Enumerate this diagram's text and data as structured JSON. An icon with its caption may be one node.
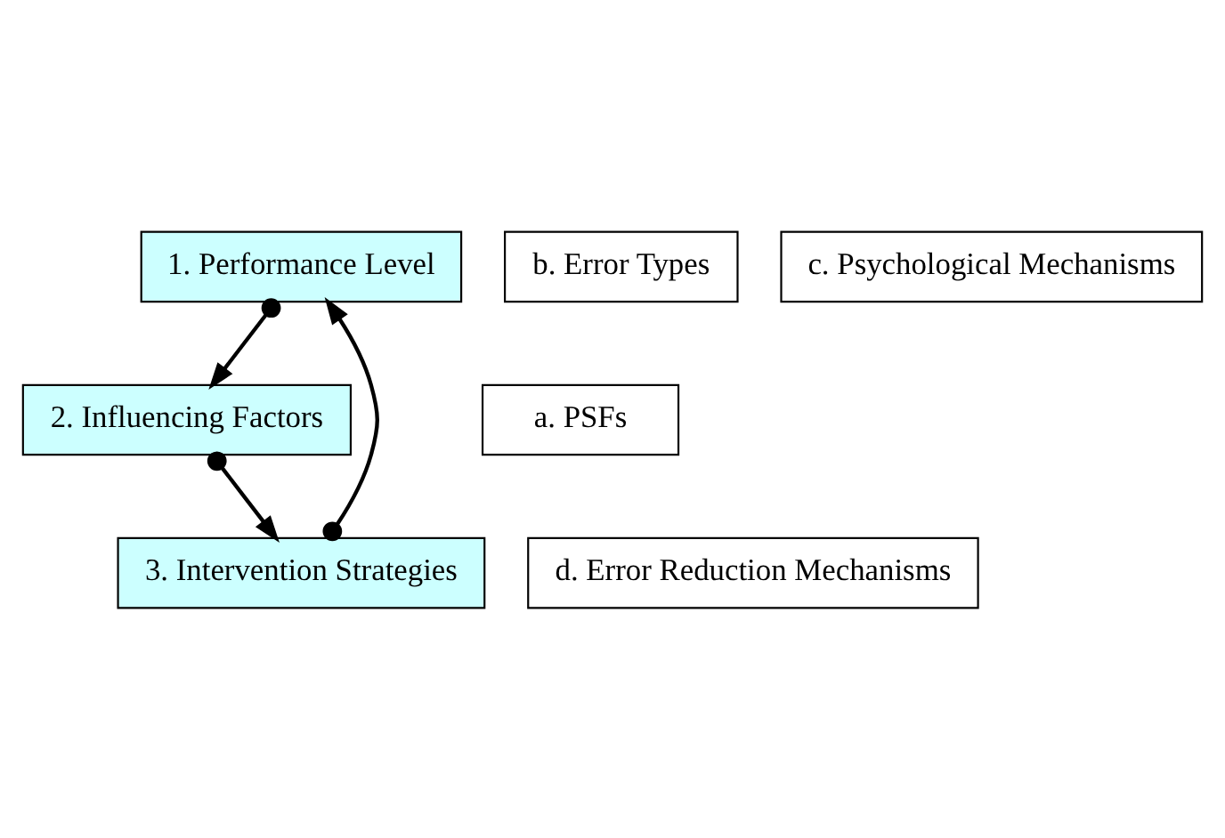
{
  "diagram": {
    "nodes": [
      {
        "text": [
          "1. Performance Level"
        ]
      },
      {
        "text": [
          "2. Influencing Factors"
        ]
      },
      {
        "text": [
          "a. PSFs"
        ]
      },
      {
        "text": [
          "b. Error Types"
        ]
      },
      {
        "text": [
          "c. Psychological Mechanisms"
        ]
      },
      {
        "text": [
          "3. Intervention Strategies"
        ]
      },
      {
        "text": [
          "d. Error Reduction Mechanisms"
        ]
      }
    ],
    "edges": [
      {
        "from": 0,
        "to": 1,
        "arrow": "to"
      },
      {
        "from": 1,
        "to": 5,
        "arrow": "to"
      },
      {
        "from": 5,
        "to": 0,
        "arrow": "to"
      }
    ]
  }
}
